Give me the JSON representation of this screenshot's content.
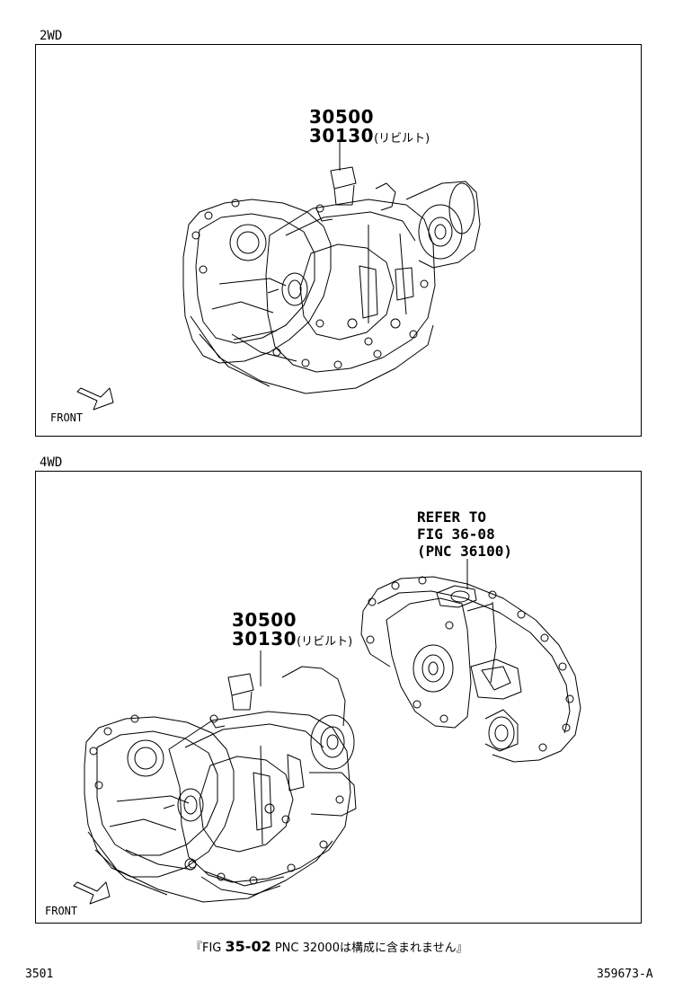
{
  "sections": {
    "top": {
      "label": "2WD"
    },
    "bottom": {
      "label": "4WD"
    }
  },
  "top_callout": {
    "part_no": "30500",
    "rebuilt_no": "30130",
    "rebuilt_note": "(リビルト)"
  },
  "bottom_callout": {
    "part_no": "30500",
    "rebuilt_no": "30130",
    "rebuilt_note": "(リビルト)"
  },
  "refer_note": {
    "line1": "REFER TO",
    "line2": "FIG 36-08",
    "line3": "(PNC 36100)"
  },
  "front_label": "FRONT",
  "footnote": {
    "open": "『FIG ",
    "fig": "35-02",
    "rest": " PNC 32000は構成に含まれません』"
  },
  "footer": {
    "page_code": "3501",
    "illustration_id": "359673-A"
  }
}
